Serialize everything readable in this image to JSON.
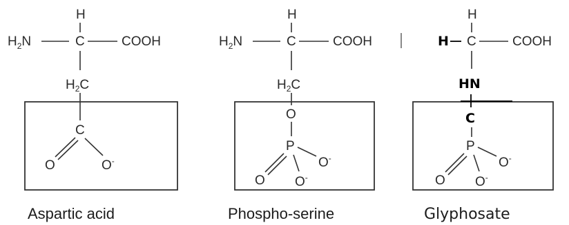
{
  "molecules": [
    {
      "caption": "Aspartic acid",
      "top_h": "H",
      "amine_h": "H",
      "amine_sub": "2",
      "amine_n": "N",
      "alpha_c": "C",
      "cooh": "COOH",
      "ch2_h": "H",
      "ch2_sub": "2",
      "ch2_c": "C",
      "group_c": "C",
      "o_left": "O",
      "o_right": "O",
      "charge": "-"
    },
    {
      "caption": "Phospho-serine",
      "top_h": "H",
      "amine_h": "H",
      "amine_sub": "2",
      "amine_n": "N",
      "alpha_c": "C",
      "cooh": "COOH",
      "ch2_h": "H",
      "ch2_sub": "2",
      "ch2_c": "C",
      "ester_o": "O",
      "p": "P",
      "o_left": "O",
      "o_right": "O",
      "o_bottom": "O",
      "charge": "-"
    },
    {
      "caption": "Glyphosate",
      "top_h": "H",
      "left_h": "H",
      "alpha_c": "C",
      "cooh": "COOH",
      "hn": "HN",
      "c_mid": "C",
      "p": "P",
      "o_left": "O",
      "o_right": "O",
      "o_bottom": "O",
      "charge": "-"
    }
  ]
}
